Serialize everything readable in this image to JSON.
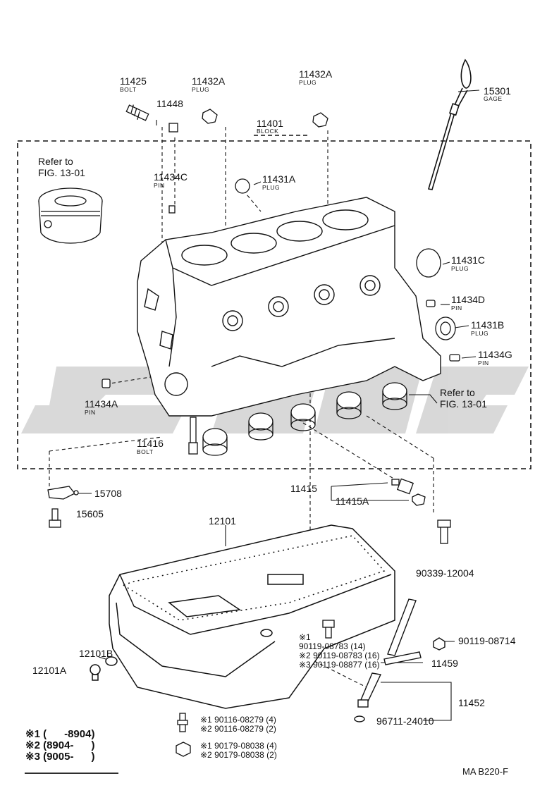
{
  "parts": {
    "p11425": {
      "num": "11425",
      "name": "BOLT"
    },
    "p11432A_a": {
      "num": "11432A",
      "name": "PLUG"
    },
    "p11448": {
      "num": "11448"
    },
    "p11432A_b": {
      "num": "11432A",
      "name": "PLUG"
    },
    "p15301": {
      "num": "15301",
      "name": "GAGE"
    },
    "p11401": {
      "num": "11401",
      "name": "BLOCK"
    },
    "refer_top": {
      "line1": "Refer to",
      "line2": "FIG. 13‑01"
    },
    "p11434C": {
      "num": "11434C",
      "name": "PIN"
    },
    "p11431A": {
      "num": "11431A",
      "name": "PLUG"
    },
    "p11431C": {
      "num": "11431C",
      "name": "PLUG"
    },
    "p11434D": {
      "num": "11434D",
      "name": "PIN"
    },
    "p11431B": {
      "num": "11431B",
      "name": "PLUG"
    },
    "p11434G": {
      "num": "11434G",
      "name": "PIN"
    },
    "refer_bottom": {
      "line1": "Refer to",
      "line2": "FIG. 13‑01"
    },
    "p11434A": {
      "num": "11434A",
      "name": "PIN"
    },
    "p11416": {
      "num": "11416",
      "name": "BOLT"
    },
    "p15708": {
      "num": "15708"
    },
    "p15605": {
      "num": "15605"
    },
    "p11415": {
      "num": "11415"
    },
    "p11415A": {
      "num": "11415A"
    },
    "p12101": {
      "num": "12101"
    },
    "p90339": {
      "num": "90339-12004"
    },
    "p12101B": {
      "num": "12101B"
    },
    "p12101A": {
      "num": "12101A"
    },
    "p90119_08714": {
      "num": "90119-08714"
    },
    "p11459": {
      "num": "11459"
    },
    "p11452": {
      "num": "11452"
    },
    "p96711": {
      "num": "96711-24010"
    }
  },
  "pan_bolts": [
    {
      "mark": "※1",
      "num": "90119-08783",
      "qty": "(14)"
    },
    {
      "mark": "※2",
      "num": "90119-08783",
      "qty": "(16)"
    },
    {
      "mark": "※3",
      "num": "90119-08877",
      "qty": "(16)"
    }
  ],
  "studs": [
    {
      "mark": "※1",
      "num": "90116-08279",
      "qty": "(4)"
    },
    {
      "mark": "※2",
      "num": "90116-08279",
      "qty": "(2)"
    }
  ],
  "nuts": [
    {
      "mark": "※1",
      "num": "90179-08038",
      "qty": "(4)"
    },
    {
      "mark": "※2",
      "num": "90179-08038",
      "qty": "(2)"
    }
  ],
  "legend": [
    {
      "mark": "※1",
      "range": "(      ‑8904)"
    },
    {
      "mark": "※2",
      "range": "(8904‑      )"
    },
    {
      "mark": "※3",
      "range": "(9005‑      )"
    }
  ],
  "fig_code": "MA B220-F",
  "colors": {
    "ink": "#111111",
    "watermark": "#d0d0d0"
  }
}
